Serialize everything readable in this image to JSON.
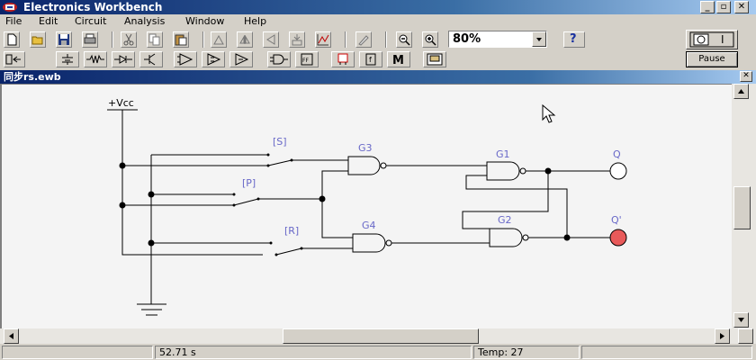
{
  "window": {
    "title": "Electronics Workbench"
  },
  "menu": [
    "File",
    "Edit",
    "Circuit",
    "Analysis",
    "Window",
    "Help"
  ],
  "toolbar": {
    "zoom_value": "80%",
    "help_label": "?",
    "pause_label": "Pause",
    "switch_label": "I"
  },
  "document": {
    "title": "同步rs.ewb"
  },
  "circuit": {
    "vcc_label": "+Vcc",
    "switches": [
      "[S]",
      "[P]",
      "[R]"
    ],
    "gates": [
      "G3",
      "G1",
      "G4",
      "G2"
    ],
    "outputs": [
      "Q",
      "Q'"
    ],
    "q_indicator_color": "#ffffff",
    "qbar_indicator_color": "#e85a5a"
  },
  "status": {
    "time": "52.71 s",
    "temp": "Temp:  27"
  }
}
